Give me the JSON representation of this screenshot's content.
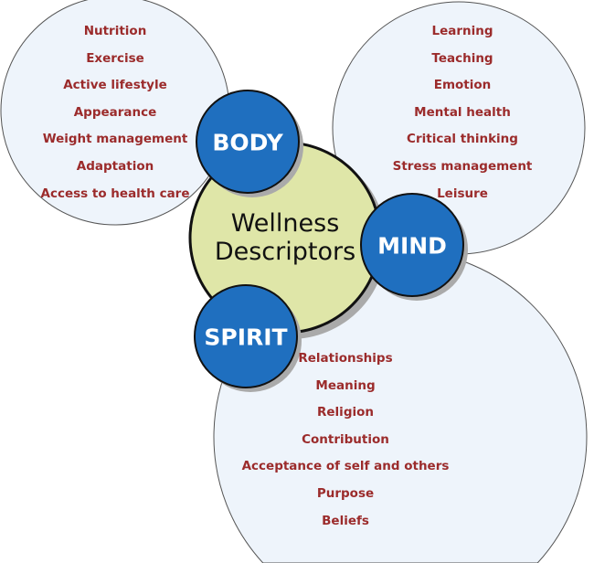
{
  "center_label": [
    "Wellness",
    "Descriptors"
  ],
  "body": {
    "label": "BODY",
    "items": [
      "Nutrition",
      "Exercise",
      "Active lifestyle",
      "Appearance",
      "Weight management",
      "Adaptation",
      "Access to health care"
    ]
  },
  "mind": {
    "label": "MIND",
    "items": [
      "Learning",
      "Teaching",
      "Emotion",
      "Mental health",
      "Critical thinking",
      "Stress management",
      "Leisure"
    ]
  },
  "spirit": {
    "label": "SPIRIT",
    "items": [
      "Relationships",
      "Meaning",
      "Religion",
      "Contribution",
      "Acceptance of self and others",
      "Purpose",
      "Beliefs"
    ]
  },
  "colors": {
    "hub": "#1f6fbf",
    "center": "#dfe6a8",
    "outer": "#eef4fb",
    "text": "#9b2b2b"
  }
}
